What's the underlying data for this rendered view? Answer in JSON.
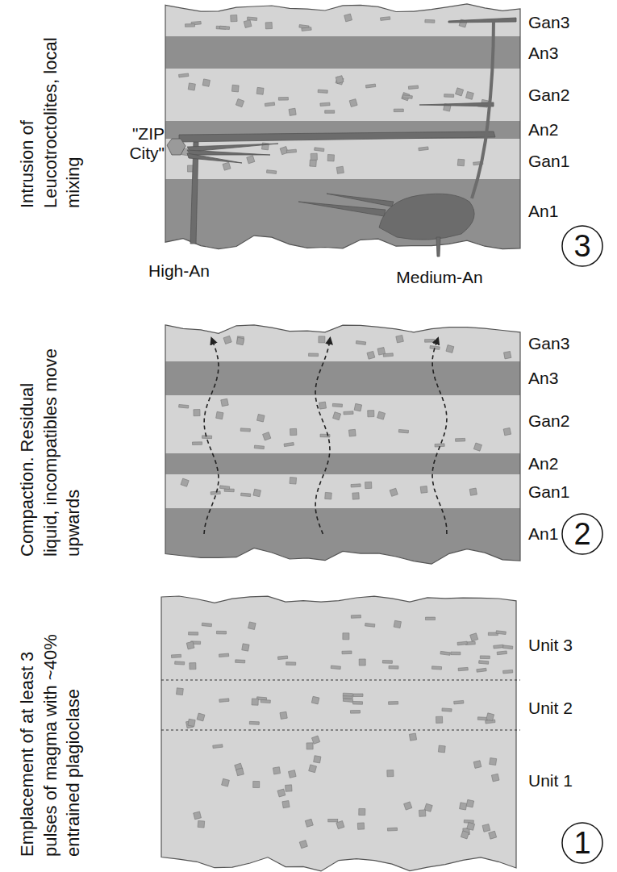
{
  "diagram": {
    "labels": [
      "Intrusion of Leucotroctolites, local mixing",
      "\"ZIP City\"",
      "Gan3",
      "An3",
      "Gan2",
      "An2",
      "Gan1",
      "An1",
      "High-An",
      "Medium-An",
      "3",
      "Compaction. Residual liquid, incompatibles move upwards",
      "Gan3",
      "An3",
      "Gan2",
      "An2",
      "Gan1",
      "An1",
      "2",
      "Emplacement of at least 3 pulses of magma with ~40% entrained plagioclase",
      "Unit 3",
      "Unit 2",
      "Unit 1",
      "1"
    ]
  }
}
